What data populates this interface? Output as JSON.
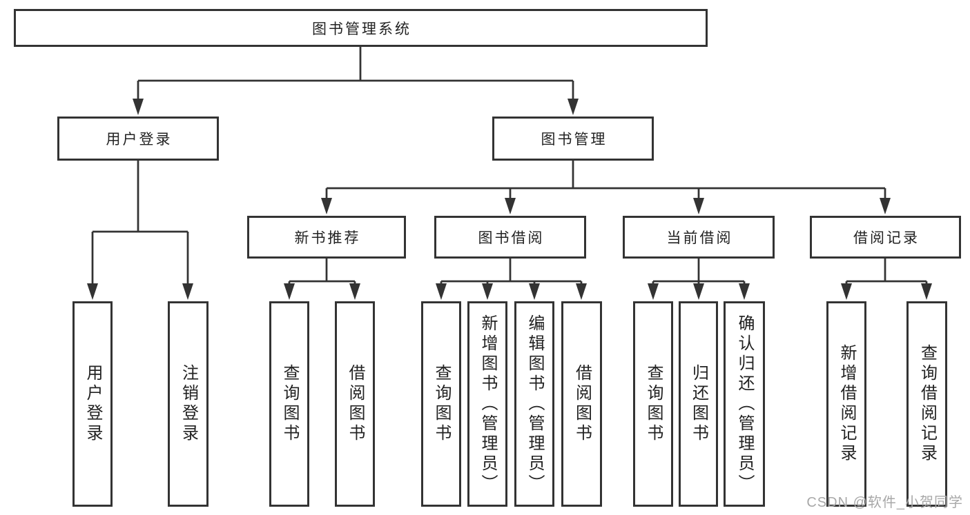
{
  "diagram": {
    "type": "hierarchy-tree",
    "title": "图书管理系统",
    "nodes": {
      "root": {
        "label": "图书管理系统",
        "level": 1
      },
      "user_login": {
        "label": "用户登录",
        "level": 2
      },
      "book_management": {
        "label": "图书管理",
        "level": 2
      },
      "new_book_recommend": {
        "label": "新书推荐",
        "level": 3
      },
      "book_borrow": {
        "label": "图书借阅",
        "level": 3
      },
      "current_borrow": {
        "label": "当前借阅",
        "level": 3
      },
      "borrow_records": {
        "label": "借阅记录",
        "level": 3
      },
      "leaf_user_login": {
        "label": "用户登录",
        "level": 4
      },
      "leaf_logout_login": {
        "label": "注销登录",
        "level": 4
      },
      "leaf_query_book_1": {
        "label": "查询图书",
        "level": 4
      },
      "leaf_borrow_book_1": {
        "label": "借阅图书",
        "level": 4
      },
      "leaf_query_book_2": {
        "label": "查询图书",
        "level": 4
      },
      "leaf_add_book_admin": {
        "label": "新增图书（管理员）",
        "level": 4
      },
      "leaf_edit_book_admin": {
        "label": "编辑图书（管理员）",
        "level": 4
      },
      "leaf_borrow_book_2": {
        "label": "借阅图书",
        "level": 4
      },
      "leaf_query_book_3": {
        "label": "查询图书",
        "level": 4
      },
      "leaf_return_book": {
        "label": "归还图书",
        "level": 4
      },
      "leaf_confirm_return_admin": {
        "label": "确认归还（管理员）",
        "level": 4
      },
      "leaf_add_borrow_record": {
        "label": "新增借阅记录",
        "level": 4
      },
      "leaf_query_borrow_record": {
        "label": "查询借阅记录",
        "level": 4
      }
    },
    "hierarchy": {
      "root": [
        "user_login",
        "book_management"
      ],
      "user_login": [
        "leaf_user_login",
        "leaf_logout_login"
      ],
      "book_management": [
        "new_book_recommend",
        "book_borrow",
        "current_borrow",
        "borrow_records"
      ],
      "new_book_recommend": [
        "leaf_query_book_1",
        "leaf_borrow_book_1"
      ],
      "book_borrow": [
        "leaf_query_book_2",
        "leaf_add_book_admin",
        "leaf_edit_book_admin",
        "leaf_borrow_book_2"
      ],
      "current_borrow": [
        "leaf_query_book_3",
        "leaf_return_book",
        "leaf_confirm_return_admin"
      ],
      "borrow_records": [
        "leaf_add_borrow_record",
        "leaf_query_borrow_record"
      ]
    },
    "colors": {
      "background": "#ffffff",
      "box_fill": "#ffffff",
      "box_border": "#333333",
      "line": "#333333",
      "text": "#222222",
      "watermark": "#a8a8a8"
    }
  },
  "watermark": {
    "text": "CSDN @软件_小贺同学"
  }
}
